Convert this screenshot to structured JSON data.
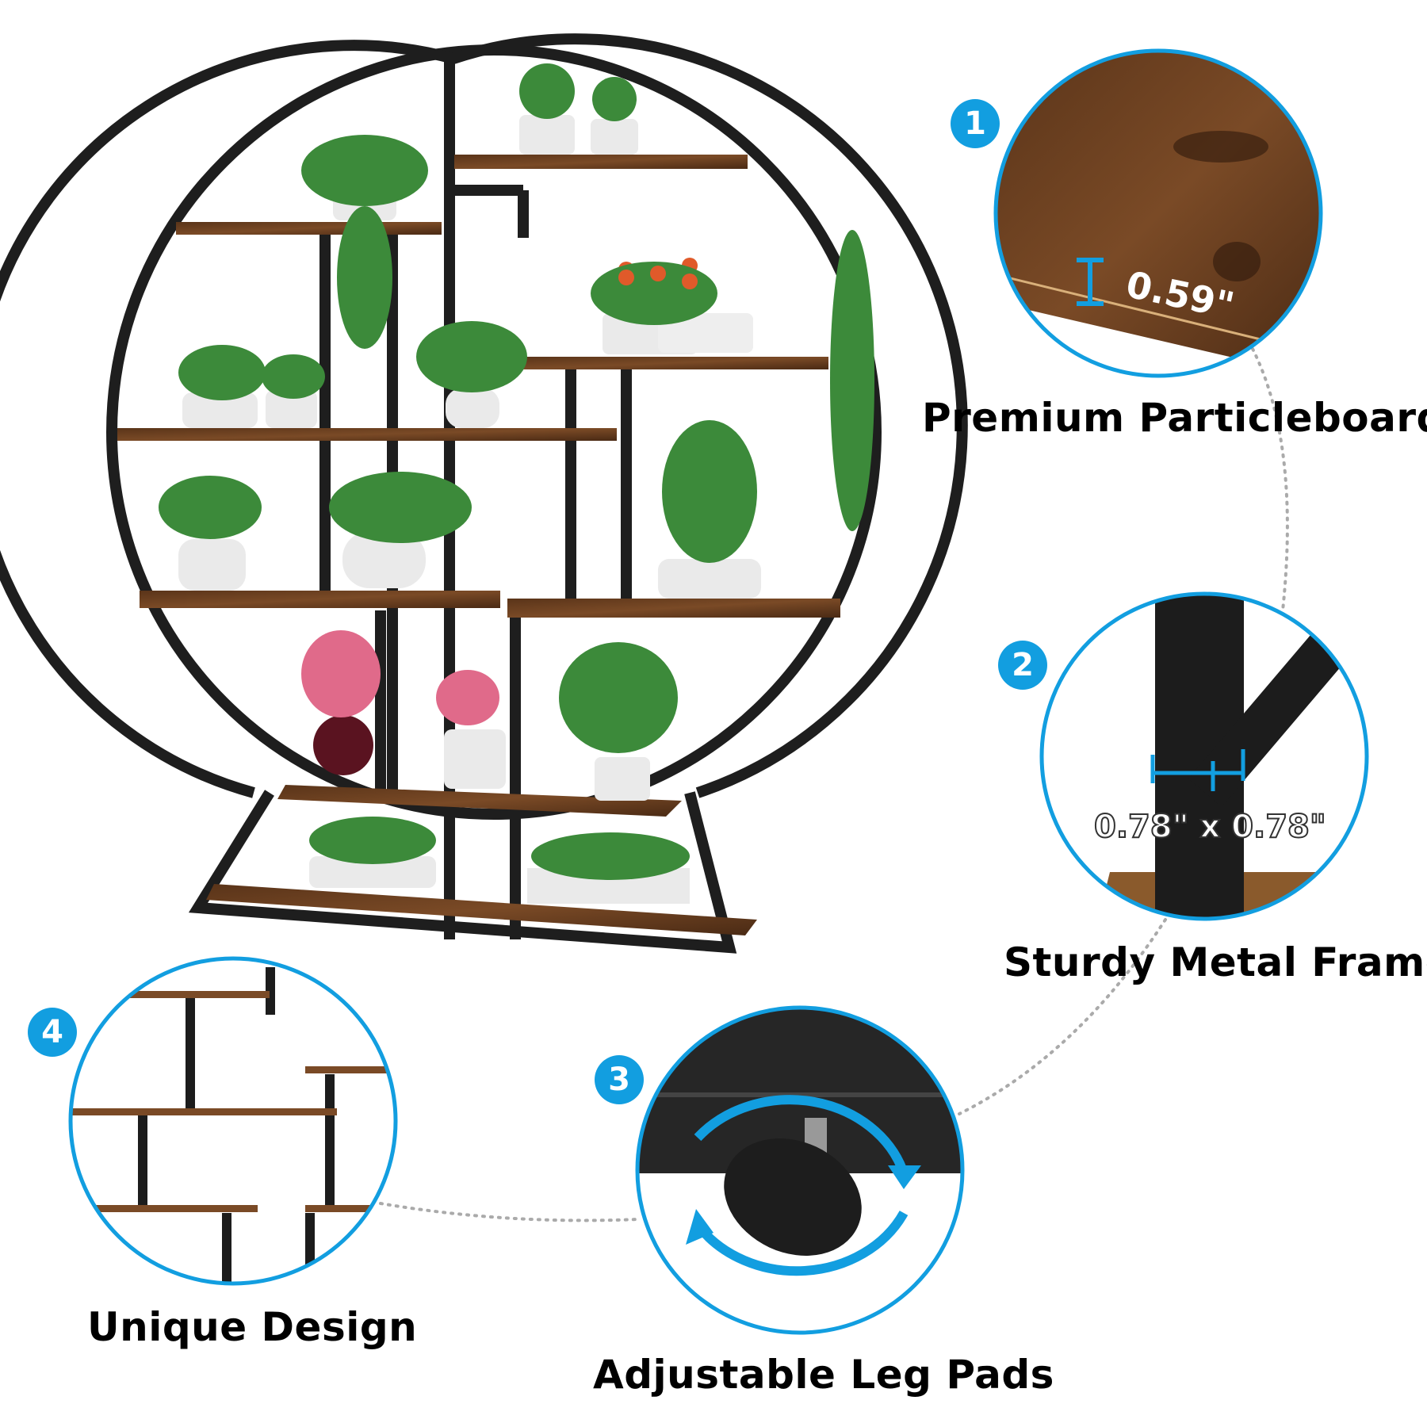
{
  "accent_color": "#129ee0",
  "features": [
    {
      "number": "1",
      "title": "Premium Particleboard",
      "measurement": "0.59\""
    },
    {
      "number": "2",
      "title": "Sturdy Metal Frame",
      "measurement": "0.78\" x 0.78\""
    },
    {
      "number": "3",
      "title": "Adjustable Leg Pads"
    },
    {
      "number": "4",
      "title": "Unique Design"
    }
  ]
}
